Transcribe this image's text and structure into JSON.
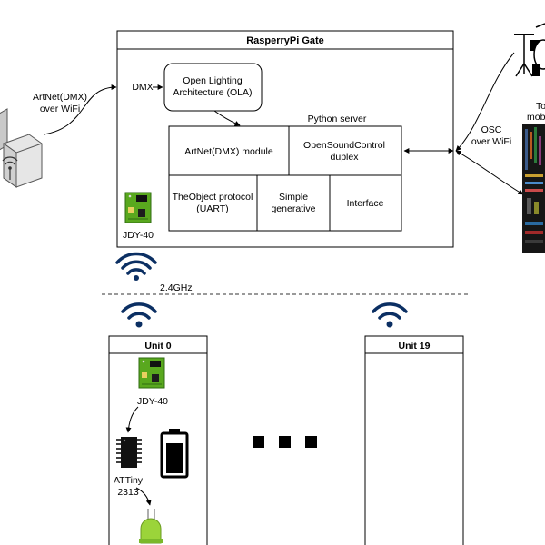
{
  "gate": {
    "title": "RasperryPi Gate",
    "ola_line1": "Open Lighting",
    "ola_line2": "Architecture (OLA)",
    "python_server": "Python server",
    "artnet_module": "ArtNet(DMX) module",
    "osc_line1": "OpenSoundControl",
    "osc_line2": "duplex",
    "theobject_line1": "TheObject protocol",
    "theobject_line2": "(UART)",
    "simple_line1": "Simple",
    "simple_line2": "generative",
    "interface": "Interface",
    "jdy_label": "JDY-40"
  },
  "links": {
    "dmx": "DMX",
    "artnet_line1": "ArtNet(DMX)",
    "artnet_line2": "over WiFi",
    "osc_line1": "OSC",
    "osc_line2": "over WiFi",
    "band": "2.4GHz",
    "right_cut_line1": "To",
    "right_cut_line2": "mob"
  },
  "units": {
    "first": {
      "title": "Unit 0",
      "jdy_label": "JDY-40",
      "mcu_line1": "ATTiny",
      "mcu_line2": "2313"
    },
    "last": {
      "title": "Unit 19"
    }
  },
  "colors": {
    "border": "#000000",
    "pcb_green": "#59a81e",
    "pcb_dark": "#2f6b12",
    "wifi_blue": "#0b2f63",
    "led_green": "#9bd43a",
    "dashed": "#333333"
  }
}
